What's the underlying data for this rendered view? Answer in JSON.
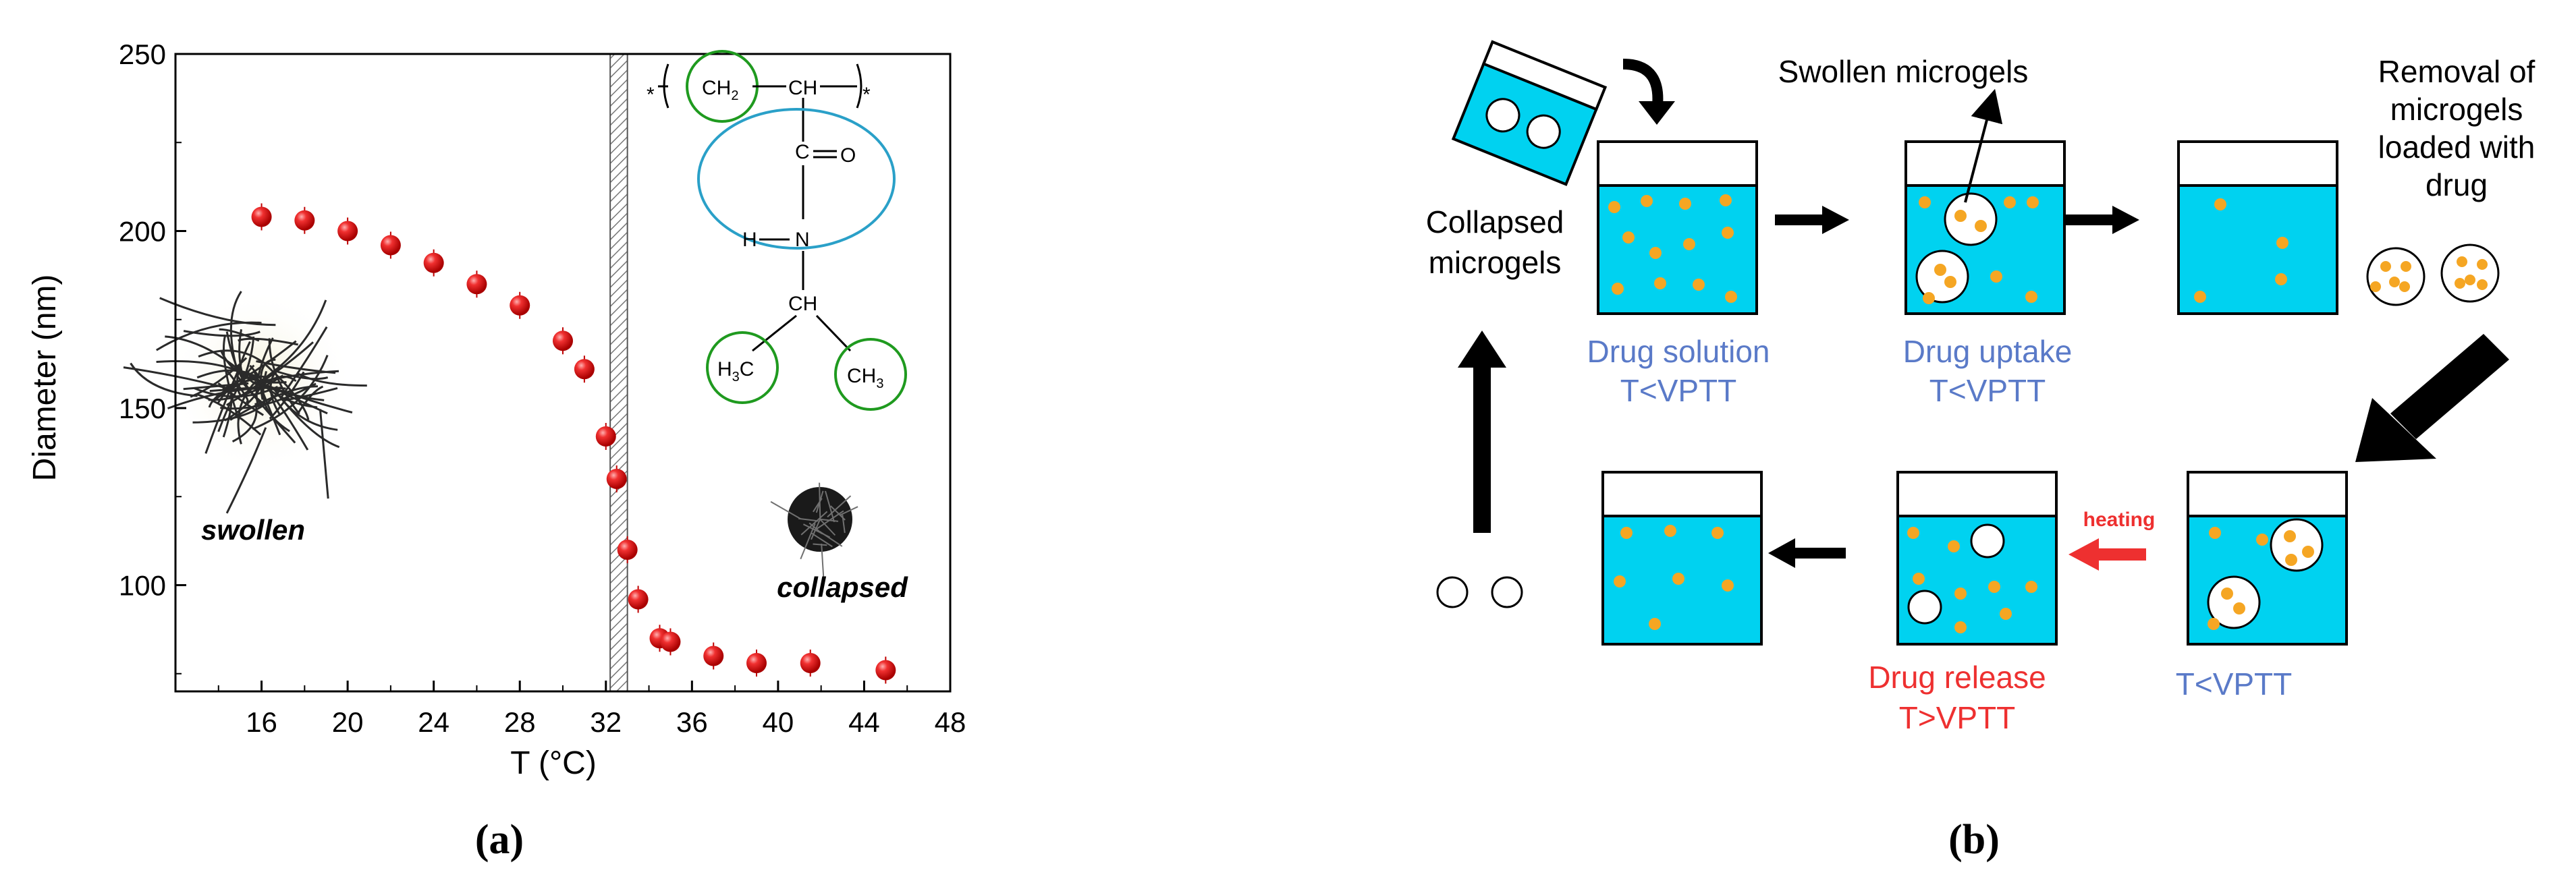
{
  "panel_a": {
    "caption": "(a)",
    "ylabel": "Diameter (nm)",
    "xlabel": "T (°C)",
    "swollen_label": "swollen",
    "collapsed_label": "collapsed",
    "structure": {
      "star_left": "*",
      "ch2": "CH",
      "ch2_sub": "2",
      "ch": "CH",
      "star_right": "*",
      "carbonyl_c": "C",
      "carbonyl_o": "O",
      "h": "H",
      "n": "N",
      "ch_iso": "CH",
      "h3c_h": "H",
      "h3c_sub": "3",
      "h3c_c": "C",
      "ch3": "CH",
      "ch3_sub": "3"
    }
  },
  "chart_data": {
    "type": "scatter",
    "x": [
      16,
      18,
      20,
      22,
      24,
      26,
      28,
      30,
      31,
      32,
      32.5,
      33,
      33.5,
      34.5,
      35,
      37,
      39,
      41.5,
      45
    ],
    "y": [
      204,
      203,
      200,
      196,
      191,
      185,
      179,
      169,
      161,
      142,
      130,
      110,
      96,
      85,
      84,
      80,
      78,
      78,
      76
    ],
    "xlabel": "T (°C)",
    "ylabel": "Diameter (nm)",
    "xlim": [
      12,
      48
    ],
    "ylim": [
      70,
      250
    ],
    "xticks": [
      16,
      20,
      24,
      28,
      32,
      36,
      40,
      44,
      48
    ],
    "yticks": [
      100,
      150,
      200,
      250
    ],
    "transition_band": [
      32.2,
      33
    ],
    "grid": false,
    "marker_color": "#e11a1a"
  },
  "panel_b": {
    "caption": "(b)",
    "collapsed_microgels_1": "Collapsed",
    "collapsed_microgels_2": "microgels",
    "swollen_microgels": "Swollen microgels",
    "removal_1": "Removal of",
    "removal_2": "microgels",
    "removal_3": "loaded with",
    "removal_4": "drug",
    "drug_solution_1": "Drug solution",
    "drug_solution_2": "T<VPTT",
    "drug_uptake_1": "Drug uptake",
    "drug_uptake_2": "T<VPTT",
    "drug_release_1": "Drug release",
    "drug_release_2": "T>VPTT",
    "t_vptt": "T<VPTT",
    "heating": "heating",
    "colors": {
      "water": "#00d2f0",
      "drug": "#f5a623",
      "blue_text": "#5a7ac8",
      "red_text": "#ee3030"
    }
  }
}
